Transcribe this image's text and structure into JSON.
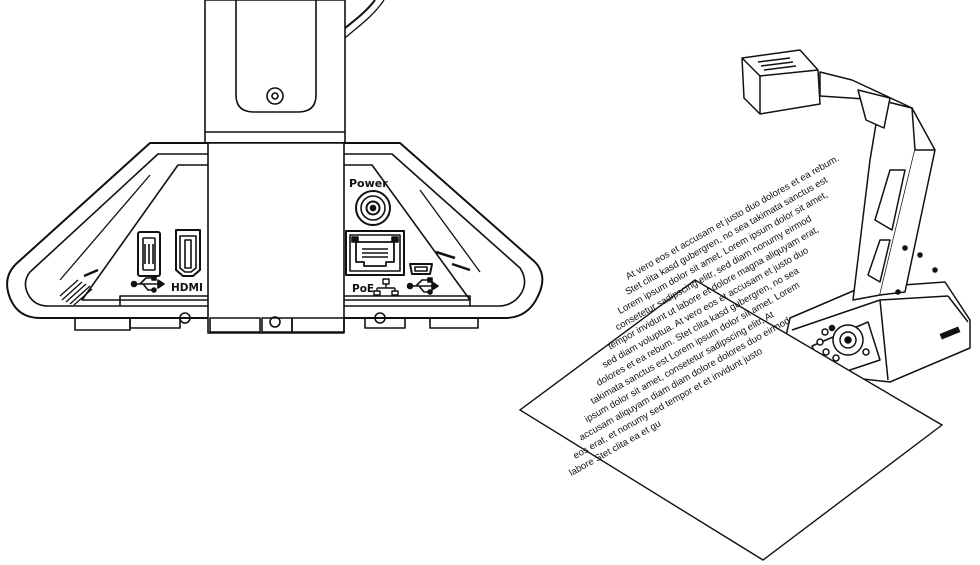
{
  "port_panel": {
    "power_label": "Power",
    "hdmi_label": "HDMI",
    "poe_label": "PoE"
  },
  "document": {
    "lines": [
      "At vero eos et accusam et justo duo dolores et ea rebum.",
      "Stet clita kasd gubergren, no sea takimata sanctus est",
      "Lorem ipsum dolor sit amet. Lorem ipsum dolor sit amet,",
      "consetetur sadipscing elitr, sed diam nonumy eirmod",
      "tempor invidunt ut labore et dolore magna aliquyam erat,",
      "sed diam voluptua. At vero eos et accusam et justo duo",
      "dolores et ea rebum. Stet clita kasd gubergren, no sea",
      "takimata sanctus est Lorem ipsum dolor sit amet. Lorem",
      "ipsum dolor sit amet, consetetur sadipscing elitr, At",
      "accusam aliquyam diam diam dolore dolores duo eirmod",
      "eos erat, et nonumy sed tempor et et invidunt justo",
      "labore Stet clita ea et gu"
    ]
  },
  "icons": {
    "usb_left": "usb-icon",
    "usb_right": "usb-icon",
    "ethernet": "network-icon"
  },
  "colors": {
    "stroke": "#111111",
    "background": "#ffffff"
  }
}
